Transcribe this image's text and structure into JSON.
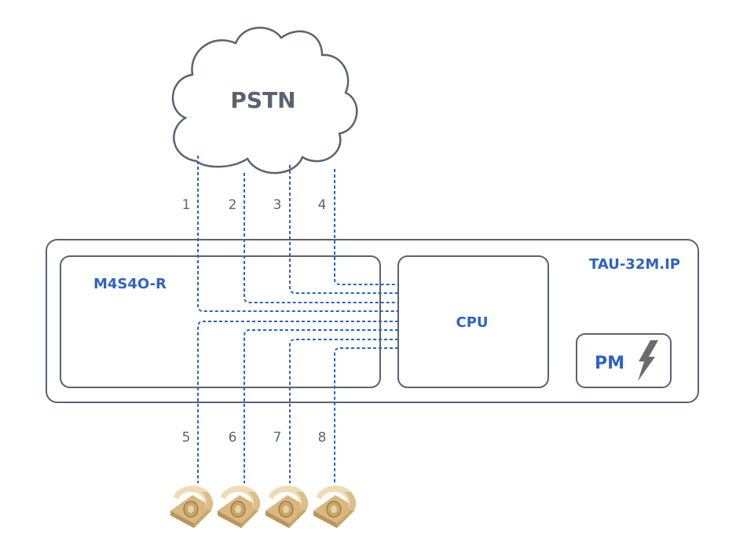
{
  "cloud": {
    "label": "PSTN"
  },
  "device": {
    "label": "TAU-32M.IP"
  },
  "module": {
    "label": "M4S4O-R"
  },
  "cpu": {
    "label": "CPU"
  },
  "power_module": {
    "label": "PM",
    "icon": "lightning-icon"
  },
  "lines_top": [
    "1",
    "2",
    "3",
    "4"
  ],
  "lines_bottom": [
    "5",
    "6",
    "7",
    "8"
  ],
  "phones": [
    {
      "icon": "telephone-icon"
    },
    {
      "icon": "telephone-icon"
    },
    {
      "icon": "telephone-icon"
    },
    {
      "icon": "telephone-icon"
    }
  ],
  "colors": {
    "accent": "#2f62c4",
    "stroke": "#5b6270",
    "phone": "#e4cc9a"
  }
}
